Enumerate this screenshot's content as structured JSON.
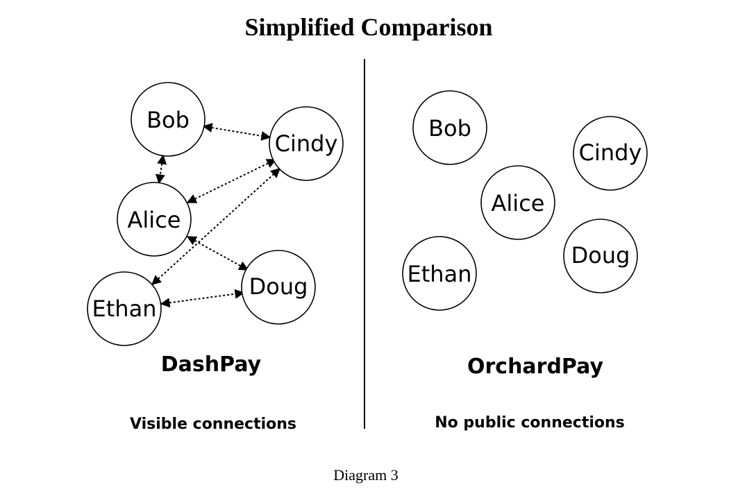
{
  "diagram": {
    "title": "Simplified Comparison",
    "caption": "Diagram 3",
    "left_panel": {
      "name": "DashPay",
      "subtitle": "Visible connections",
      "nodes": [
        "Bob",
        "Cindy",
        "Alice",
        "Doug",
        "Ethan"
      ],
      "edges": [
        {
          "from": "Bob",
          "to": "Cindy"
        },
        {
          "from": "Bob",
          "to": "Alice"
        },
        {
          "from": "Alice",
          "to": "Cindy"
        },
        {
          "from": "Ethan",
          "to": "Cindy"
        },
        {
          "from": "Alice",
          "to": "Doug"
        },
        {
          "from": "Ethan",
          "to": "Doug"
        }
      ]
    },
    "right_panel": {
      "name": "OrchardPay",
      "subtitle": "No public connections",
      "nodes": [
        "Bob",
        "Cindy",
        "Alice",
        "Doug",
        "Ethan"
      ]
    }
  }
}
